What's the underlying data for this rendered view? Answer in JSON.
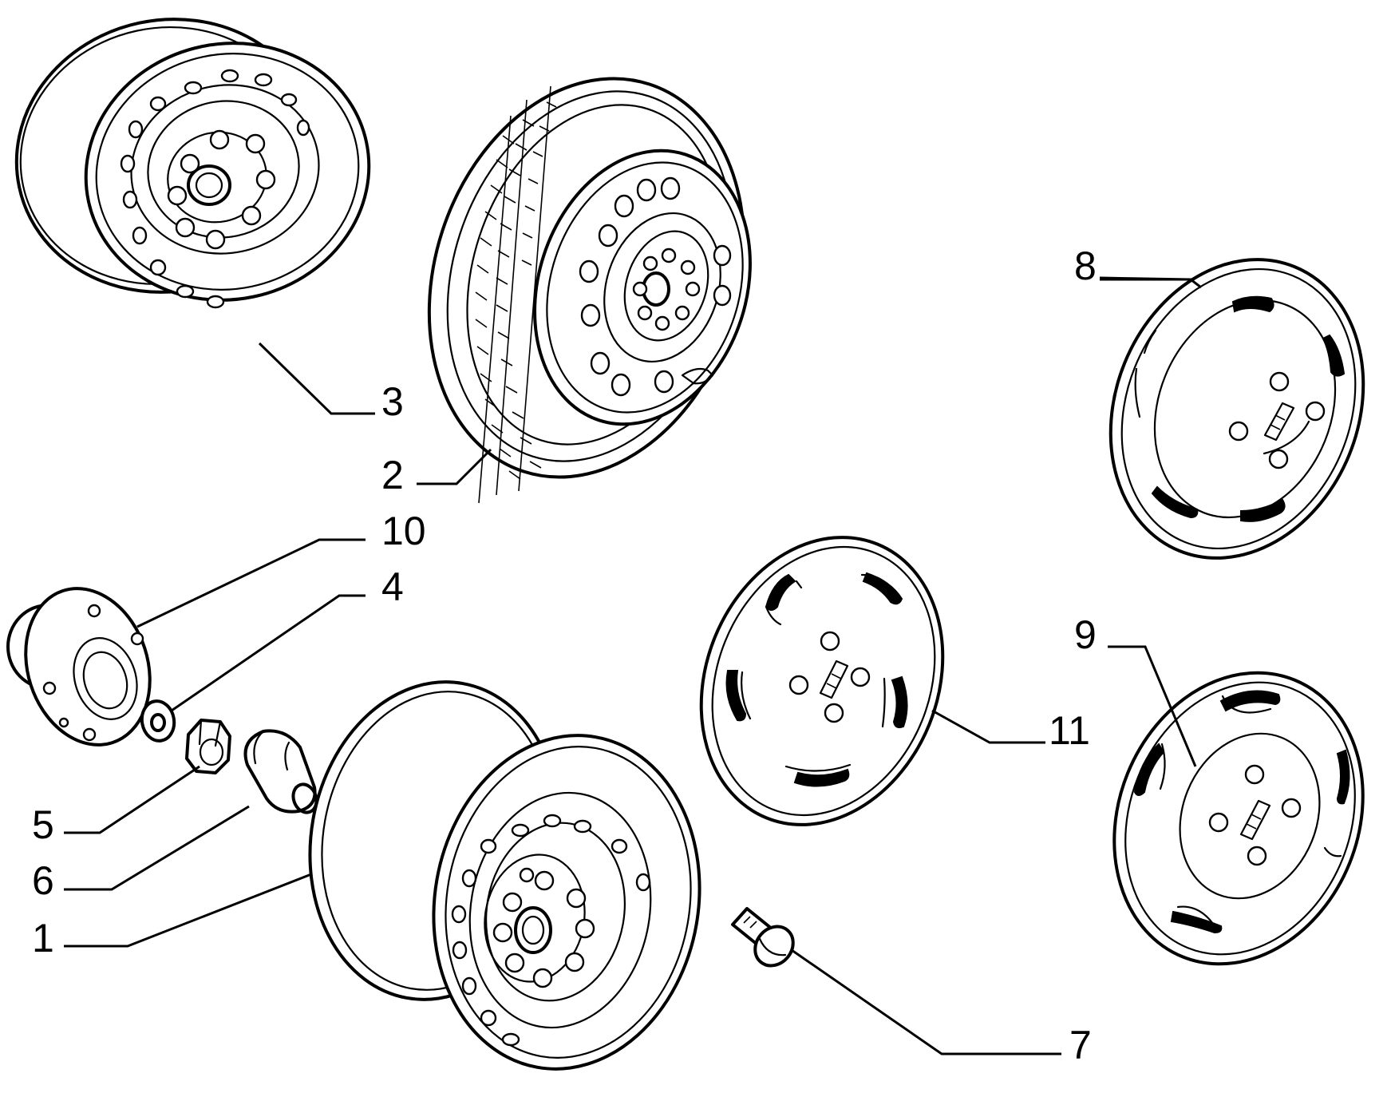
{
  "diagram": {
    "callouts": [
      {
        "id": "1",
        "text": "1"
      },
      {
        "id": "2",
        "text": "2"
      },
      {
        "id": "3",
        "text": "3"
      },
      {
        "id": "4",
        "text": "4"
      },
      {
        "id": "5",
        "text": "5"
      },
      {
        "id": "6",
        "text": "6"
      },
      {
        "id": "7",
        "text": "7"
      },
      {
        "id": "8",
        "text": "8"
      },
      {
        "id": "9",
        "text": "9"
      },
      {
        "id": "10",
        "text": "10"
      },
      {
        "id": "11",
        "text": "11"
      }
    ],
    "colors": {
      "ink": "#000000",
      "paper": "#ffffff"
    }
  }
}
